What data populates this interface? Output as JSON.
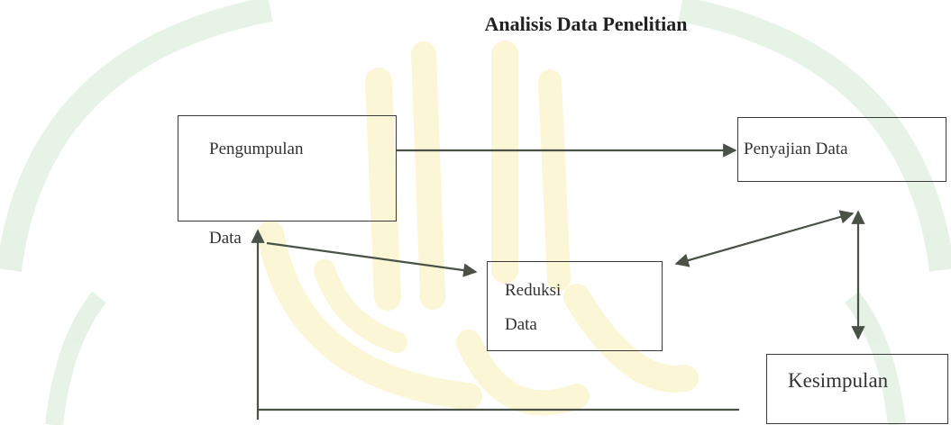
{
  "title": "Analisis Data Penelitian",
  "nodes": {
    "pengumpulan": {
      "line1": "Pengumpulan",
      "line2": "Data"
    },
    "penyajian": {
      "text": "Penyajian Data"
    },
    "reduksi": {
      "line1": "Reduksi",
      "line2": "Data"
    },
    "kesimpulan": {
      "text": "Kesimpulan"
    }
  },
  "colors": {
    "line": "#4a5248",
    "box_border": "#3a3a3a",
    "text": "#333333",
    "watermark_green": "#6fb36f",
    "watermark_gold": "#e9d94a"
  }
}
